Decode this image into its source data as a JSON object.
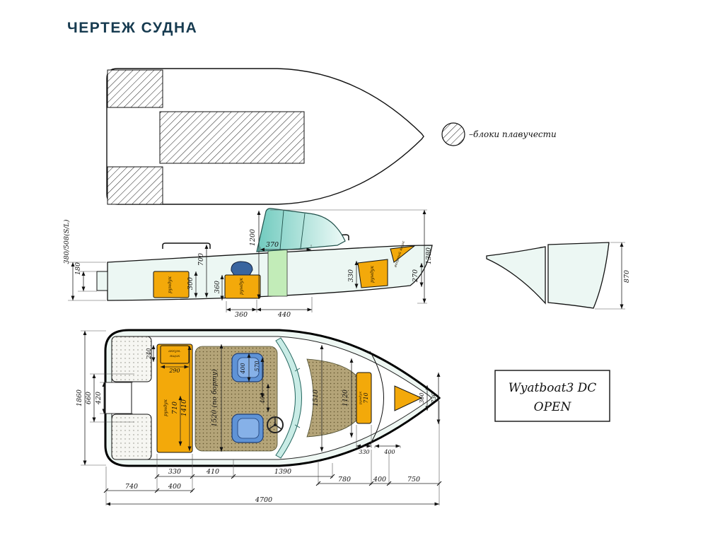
{
  "page": {
    "title": "ЧЕРТЕЖ СУДНА"
  },
  "legend": {
    "flotation": "–блоки плавучести"
  },
  "model_plate": {
    "line1": "Wyatboat3 DC",
    "line2": "OPEN"
  },
  "side": {
    "locker_stern": "рундук",
    "locker_mid": "рундук",
    "locker_bow": "рундук",
    "anchor_box": "якорный ящик",
    "d_transom": "380/508(S/L)",
    "d180": "180",
    "d700": "700",
    "d300": "300",
    "d360": "360",
    "d1200": "1200",
    "d370": "370",
    "d330": "330",
    "d270": "270",
    "d1380": "1380",
    "d360w": "360",
    "d440": "440"
  },
  "transom": {
    "d870": "870"
  },
  "plan": {
    "battery_line1": "аккум.",
    "battery_line2": "ящик",
    "locker_left": "рундук",
    "locker_right": "рундук",
    "d1860": "1860",
    "d660": "660",
    "d420": "420",
    "d240": "240",
    "d290": "290",
    "d710L": "710",
    "d1410": "1410",
    "d1520": "1520 (по борту)",
    "d400seat": "400",
    "d570": "570",
    "d400aisle": "400",
    "d1510": "1510",
    "d1120": "1120",
    "d710R": "710",
    "d330R": "330",
    "d400R": "400",
    "d360bow": "360",
    "d730": "730",
    "chain1": {
      "d330": "330",
      "d410": "410",
      "d1390": "1390"
    },
    "chain2": {
      "d780": "780",
      "d400": "400",
      "d750": "750"
    },
    "chain3": {
      "d740": "740",
      "d400": "400"
    },
    "total": "4700"
  }
}
